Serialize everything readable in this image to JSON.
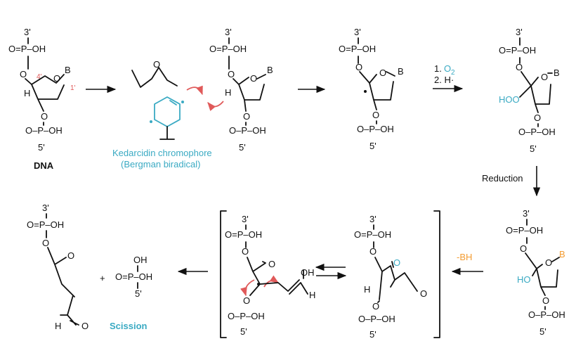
{
  "colors": {
    "ink": "#111111",
    "blue": "#3aaac3",
    "orange": "#f39c32",
    "red": "#e05a5a"
  },
  "atoms": {
    "prime3": "3'",
    "prime5": "5'",
    "phos_top": "O=P–OH",
    "phos_bot": "O–P–OH",
    "O": "O",
    "OH": "OH",
    "H": "H",
    "B": "B",
    "HOO": "HOO",
    "HO": "HO",
    "H_dot": "H·",
    "c4": "4'",
    "c1": "1'"
  },
  "labels": {
    "dna": "DNA",
    "kedarcidin_line1": "Kedarcidin chromophore",
    "kedarcidin_line2": "(Bergman biradical)",
    "step1_num": "1.",
    "step1_reagent": "O",
    "step1_sub": "2",
    "step2": "2. H·",
    "reduction": "Reduction",
    "minus_bh": "-BH",
    "plus": "+",
    "scission": "Scission"
  }
}
